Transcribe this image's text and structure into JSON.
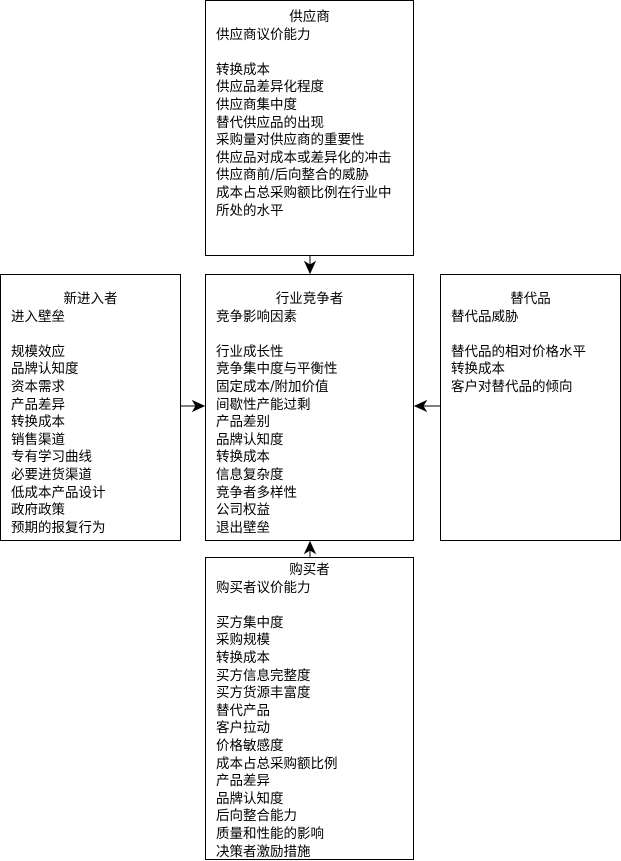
{
  "supplier": {
    "title": "供应商",
    "subtitle": "供应商议价能力",
    "items": [
      "转换成本",
      "供应品差异化程度",
      "供应商集中度",
      "替代供应品的出现",
      "采购量对供应商的重要性",
      "供应品对成本或差异化的冲击",
      "供应商前/后向整合的威胁",
      "成本占总采购额比例在行业中",
      "所处的水平"
    ]
  },
  "entrant": {
    "title": "新进入者",
    "subtitle": "进入壁垒",
    "items": [
      "规模效应",
      "品牌认知度",
      "资本需求",
      "产品差异",
      "转换成本",
      "销售渠道",
      "专有学习曲线",
      "必要进货渠道",
      "低成本产品设计",
      "政府政策",
      "预期的报复行为"
    ]
  },
  "rivalry": {
    "title": "行业竞争者",
    "subtitle": "竞争影响因素",
    "items": [
      "行业成长性",
      "竞争集中度与平衡性",
      "固定成本/附加价值",
      "间歇性产能过剩",
      "产品差别",
      "品牌认知度",
      "转换成本",
      "信息复杂度",
      "竞争者多样性",
      "公司权益",
      "退出壁垒"
    ]
  },
  "substitute": {
    "title": "替代品",
    "subtitle": "替代品威胁",
    "items": [
      "替代品的相对价格水平",
      "转换成本",
      "客户对替代品的倾向"
    ]
  },
  "buyer": {
    "title": "购买者",
    "subtitle": "购买者议价能力",
    "items": [
      "买方集中度",
      "采购规模",
      "转换成本",
      "买方信息完整度",
      "买方货源丰富度",
      "替代产品",
      "客户拉动",
      "价格敏感度",
      "成本占总采购额比例",
      "产品差异",
      "品牌认知度",
      "后向整合能力",
      "质量和性能的影响",
      "决策者激励措施"
    ]
  }
}
